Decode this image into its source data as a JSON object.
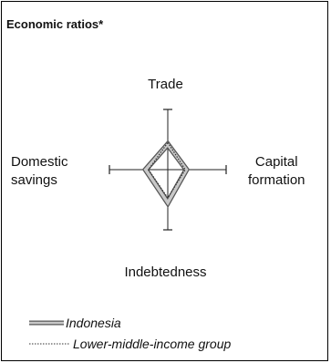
{
  "chart_data": {
    "type": "radar",
    "title": "Economic ratios*",
    "axes": [
      "Trade",
      "Capital formation",
      "Indebtedness",
      "Domestic savings"
    ],
    "axis_labels": {
      "top": "Trade",
      "right": [
        "Capital",
        "formation"
      ],
      "bottom": "Indebtedness",
      "left": [
        "Domestic",
        "savings"
      ]
    },
    "series": [
      {
        "name": "Indonesia",
        "values": [
          0.42,
          0.32,
          0.55,
          0.38
        ],
        "color": "#888888",
        "style": "thick"
      },
      {
        "name": "Lower-middle-income group",
        "values": [
          0.45,
          0.3,
          0.47,
          0.33
        ],
        "color": "#444444",
        "style": "dotted"
      }
    ],
    "legend": [
      "Indonesia",
      "Lower-middle-income group"
    ],
    "legend_position": "bottom-left",
    "range": [
      0,
      1
    ]
  }
}
